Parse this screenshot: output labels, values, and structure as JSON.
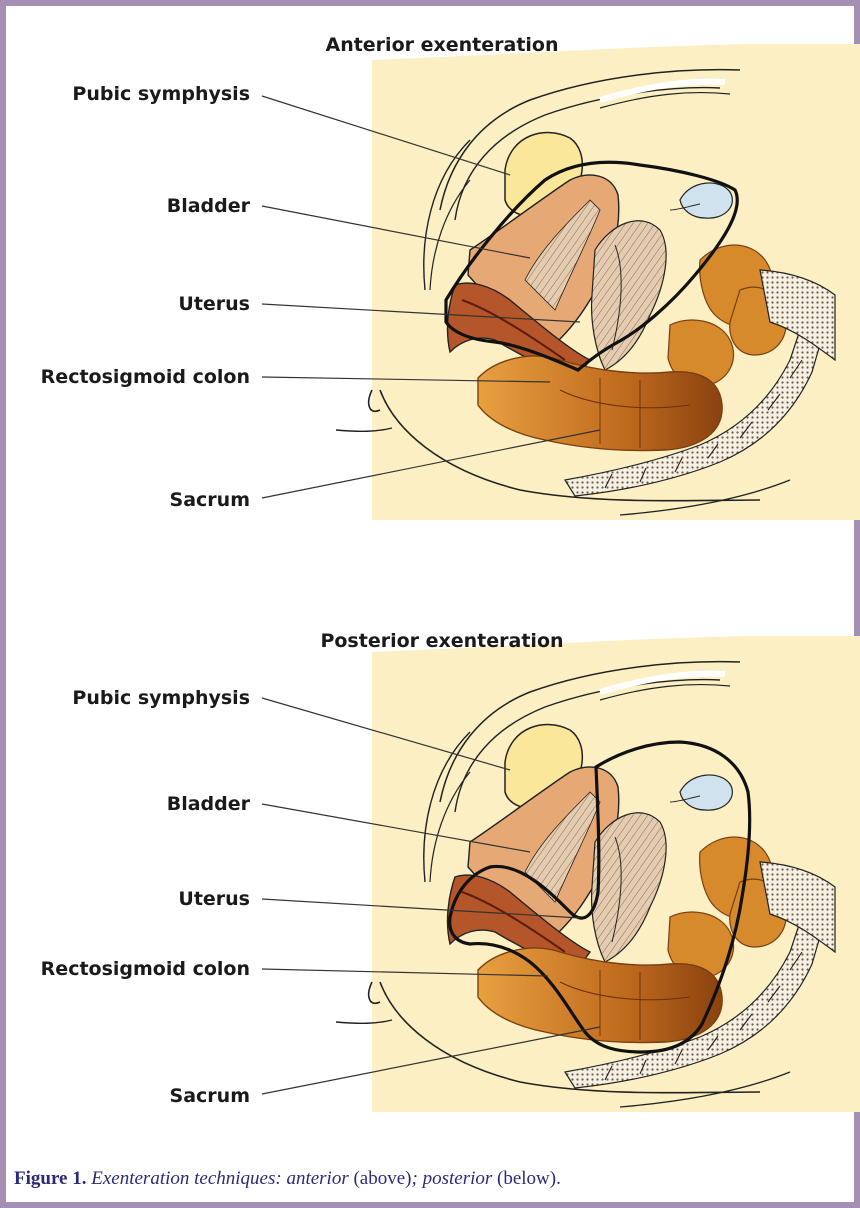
{
  "figure": {
    "caption": {
      "label": "Figure 1.",
      "text_part1": "Exenteration techniques: anterior",
      "text_part2": "(above)",
      "text_part3": "; posterior",
      "text_part4": "(below)",
      "text_part5": "."
    }
  },
  "panels": [
    {
      "title": "Anterior exenteration",
      "labels": [
        "Pubic symphysis",
        "Bladder",
        "Uterus",
        "Rectosigmoid colon",
        "Sacrum"
      ]
    },
    {
      "title": "Posterior exenteration",
      "labels": [
        "Pubic symphysis",
        "Bladder",
        "Uterus",
        "Rectosigmoid colon",
        "Sacrum"
      ]
    }
  ],
  "colors": {
    "frame": "#a58fb5",
    "skin": "#fcefc4",
    "bone": "#fbe79a",
    "bladder": "#e6a874",
    "uterus": "#b4562a",
    "colon": "#d68a2c",
    "colon_dark": "#9b4f16",
    "caption": "#2a2a7a"
  }
}
